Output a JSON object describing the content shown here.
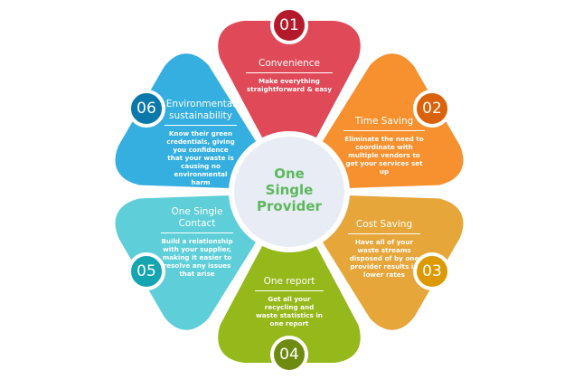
{
  "center": {
    "title": "One Single Provider"
  },
  "items": [
    {
      "number": "01",
      "title": "Convenience",
      "desc": "Make everything straightforward & easy",
      "color": "#e04a58",
      "badge": "#b51a2a"
    },
    {
      "number": "02",
      "title": "Time Saving",
      "desc": "Eliminate the need to coordinate with multiple vendors to get your services set up",
      "color": "#f7902e",
      "badge": "#d9620a"
    },
    {
      "number": "03",
      "title": "Cost Saving",
      "desc": "Have all of your waste streams disposed of by one provider results in lower rates",
      "color": "#e6a63a",
      "badge": "#dc9a00"
    },
    {
      "number": "04",
      "title": "One report",
      "desc": "Get all your recycling and waste statistics in one report",
      "color": "#95b81a",
      "badge": "#6f8a10"
    },
    {
      "number": "05",
      "title": "One Single Contact",
      "desc": "Build a relationship with your supplier, making it easier to resolve any issues that arise",
      "color": "#5ecfd8",
      "badge": "#14a5b0"
    },
    {
      "number": "06",
      "title": "Environmental sustainability",
      "desc": "Know their green credentials, giving you confidence that your waste is causing no environmental harm",
      "color": "#35aee0",
      "badge": "#0a78aa"
    }
  ]
}
